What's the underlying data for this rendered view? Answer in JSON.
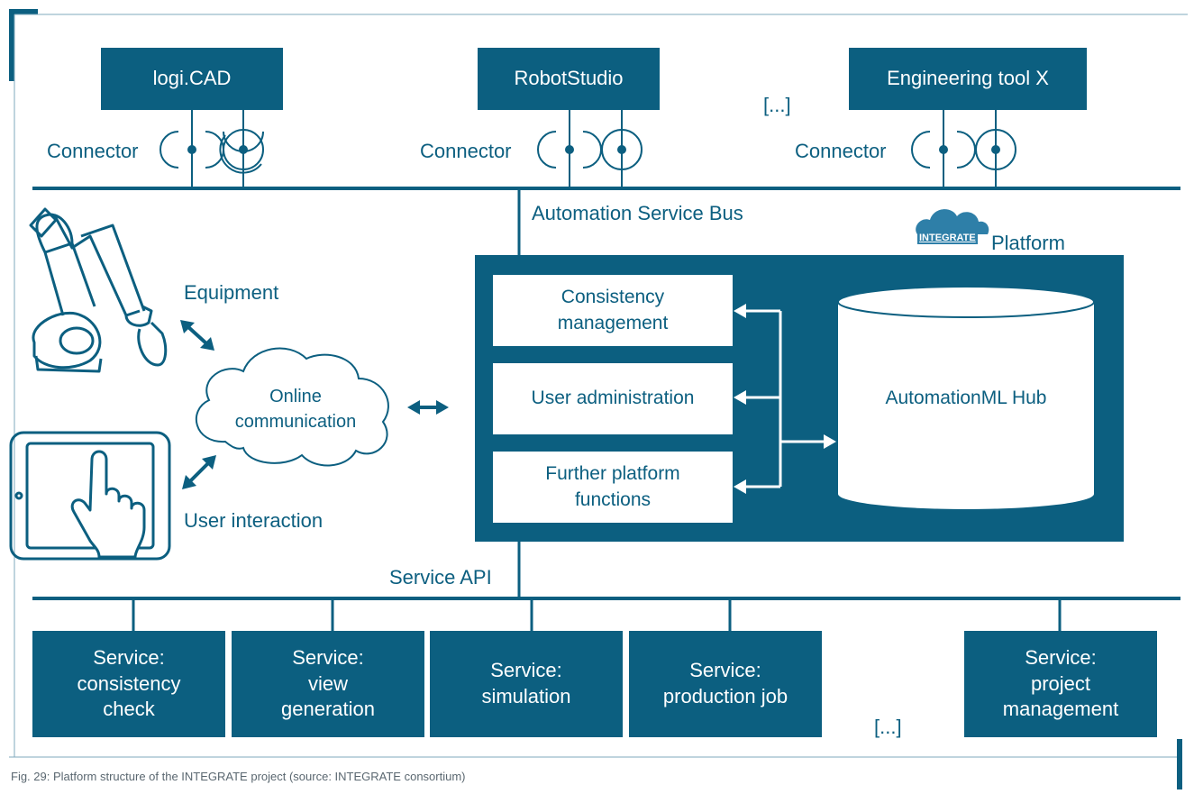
{
  "tools": [
    {
      "label": "logi.CAD"
    },
    {
      "label": "RobotStudio"
    },
    {
      "label": "Engineering tool X"
    }
  ],
  "tools_ellipsis": "[...]",
  "connector_label": "Connector",
  "bus_label": "Automation Service Bus",
  "platform": {
    "logo_text": "INTEGRATE",
    "label": "Platform",
    "functions": [
      {
        "label": "Consistency\nmanagement"
      },
      {
        "label": "User administration"
      },
      {
        "label": "Further platform\nfunctions"
      }
    ],
    "hub_label": "AutomationML Hub"
  },
  "equipment_label": "Equipment",
  "cloud_label": "Online\ncommunication",
  "user_interaction_label": "User interaction",
  "service_api_label": "Service API",
  "services": [
    {
      "label": "Service:\nconsistency\ncheck"
    },
    {
      "label": "Service:\nview\ngeneration"
    },
    {
      "label": "Service:\nsimulation"
    },
    {
      "label": "Service:\nproduction job"
    },
    {
      "label": "Service:\nproject\nmanagement"
    }
  ],
  "services_ellipsis": "[...]",
  "caption": "Fig. 29: Platform structure of the INTEGRATE project (source: INTEGRATE consortium)",
  "colors": {
    "primary": "#0c5f80",
    "caption": "#5a6770"
  }
}
